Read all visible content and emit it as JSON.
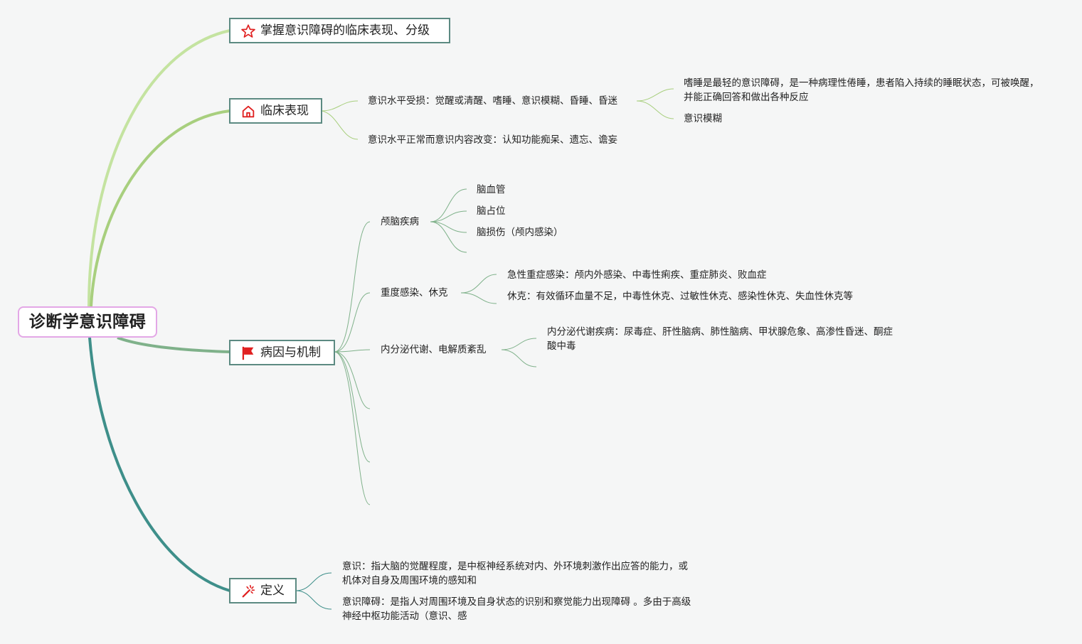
{
  "root": {
    "label": "诊断学意识障碍"
  },
  "branches": {
    "master": {
      "label": "掌握意识障碍的临床表现、分级",
      "icon": "star-icon"
    },
    "clinical": {
      "label": "临床表现",
      "icon": "home-icon",
      "items": [
        {
          "label": "意识水平受损：觉醒或清醒、嗜睡、意识模糊、昏睡、昏迷",
          "children": [
            "嗜睡是最轻的意识障碍，是一种病理性倦睡，患者陷入持续的睡眠状态，可被唤醒，并能正确回答和做出各种反应",
            "意识模糊"
          ]
        },
        {
          "label": "意识水平正常而意识内容改变：认知功能痴呆、遗忘、谵妄"
        }
      ]
    },
    "cause": {
      "label": "病因与机制",
      "icon": "flag-icon",
      "items": [
        {
          "label": "颅脑疾病",
          "children": [
            "脑血管",
            "脑占位",
            "脑损伤（颅内感染）"
          ]
        },
        {
          "label": "重度感染、休克",
          "children": [
            "急性重症感染：颅内外感染、中毒性痢疾、重症肺炎、败血症",
            "休克：有效循环血量不足，中毒性休克、过敏性休克、感染性休克、失血性休克等"
          ]
        },
        {
          "label": "内分泌代谢、电解质紊乱",
          "children": [
            "内分泌代谢疾病：尿毒症、肝性脑病、肺性脑病、甲状腺危象、高渗性昏迷、酮症酸中毒"
          ]
        }
      ]
    },
    "definition": {
      "label": "定义",
      "icon": "magic-wand-icon",
      "items": [
        "意识：指大脑的觉醒程度，是中枢神经系统对内、外环境刺激作出应答的能力，或机体对自身及周围环境的感知和",
        "意识障碍：是指人对周围环境及自身状态的识别和察觉能力出现障碍 。多由于高级神经中枢功能活动（意识、感"
      ]
    }
  },
  "colors": {
    "background": "#f5f6f6",
    "branch_master": "#c4e3a0",
    "branch_clinical": "#a8cf7e",
    "branch_cause": "#7fb18a",
    "branch_definition": "#3e8f8a",
    "node_border": "#5c8a82",
    "root_border": "#e3a7e6",
    "icon_red": "#e02020"
  }
}
